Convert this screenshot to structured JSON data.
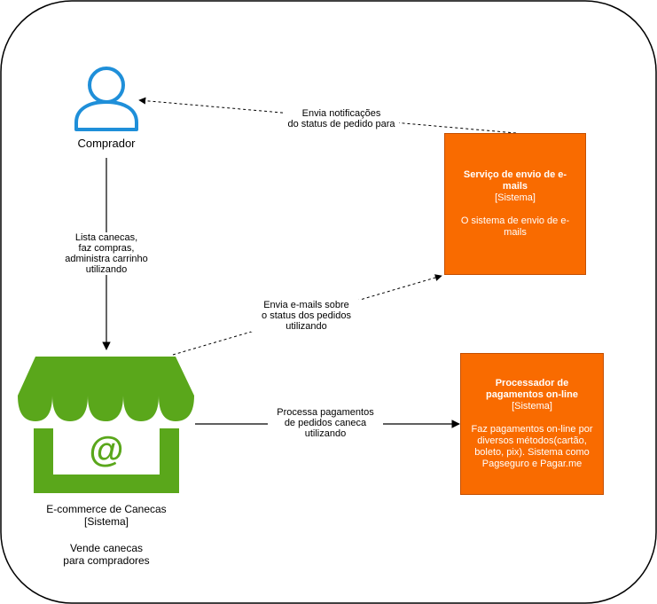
{
  "colors": {
    "frame": "#000000",
    "person_blue": "#1f8fd9",
    "store_green": "#5aa71b",
    "orange": "#f96b00",
    "box_text": "#ffffff"
  },
  "nodes": {
    "comprador": {
      "icon": "person-icon",
      "label": "Comprador"
    },
    "ecommerce": {
      "icon": "storefront-icon",
      "symbol": "@",
      "name": "E-commerce de Canecas",
      "type": "[Sistema]",
      "description": "Vende canecas\npara compradores"
    },
    "email_service": {
      "title": "Serviço de envio de e-mails",
      "type": "[Sistema]",
      "description": "O sistema de envio de e-\nmails"
    },
    "payment_processor": {
      "title": "Processador de\npagamentos on-line",
      "type": "[Sistema]",
      "description": "Faz pagamentos on-line por\ndiversos métodos(cartão,\nboleto, pix). Sistema como\nPagseguro e Pagar.me"
    }
  },
  "edges": {
    "comprador_to_ecommerce": "Lista canecas,\nfaz compras,\nadministra carrinho\nutilizando",
    "ecommerce_to_email": "Envia e-mails sobre\no status dos pedidos\nutilizando",
    "email_to_comprador": "Envia notificações\ndo status de pedido para",
    "ecommerce_to_payment": "Processa pagamentos\nde pedidos caneca\nutilizando"
  }
}
